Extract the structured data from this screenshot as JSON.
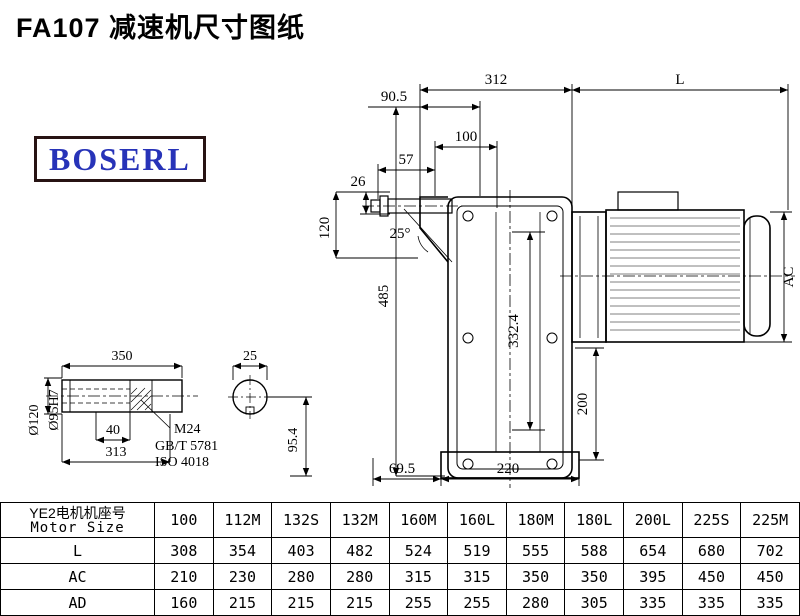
{
  "page": {
    "title": "FA107 减速机尺寸图纸",
    "logo_text": "BOSERL"
  },
  "dims": {
    "d312": "312",
    "dL": "L",
    "d90_5": "90.5",
    "d100": "100",
    "d57": "57",
    "d26": "26",
    "d120": "120",
    "angle25": "25°",
    "d485": "485",
    "dAC": "AC",
    "d332_4": "332.4",
    "d200": "200",
    "d69_5": "69.5",
    "d220": "220"
  },
  "shaft": {
    "d350": "350",
    "d25": "25",
    "dia120": "Ø120",
    "dia95": "Ø95H7",
    "d40": "40",
    "d313": "313",
    "thread": "M24",
    "gb": "GB/T 5781",
    "iso": "ISO 4018",
    "d95_4": "95.4"
  },
  "table": {
    "header": {
      "line1": "YE2电机机座号",
      "line2": "Motor Size"
    },
    "columns": [
      "100",
      "112M",
      "132S",
      "132M",
      "160M",
      "160L",
      "180M",
      "180L",
      "200L",
      "225S",
      "225M"
    ],
    "rows": [
      {
        "label": "L",
        "values": [
          "308",
          "354",
          "403",
          "482",
          "524",
          "519",
          "555",
          "588",
          "654",
          "680",
          "702"
        ]
      },
      {
        "label": "AC",
        "values": [
          "210",
          "230",
          "280",
          "280",
          "315",
          "315",
          "350",
          "350",
          "395",
          "450",
          "450"
        ]
      },
      {
        "label": "AD",
        "values": [
          "160",
          "215",
          "215",
          "215",
          "255",
          "255",
          "280",
          "305",
          "335",
          "335",
          "335"
        ]
      }
    ]
  }
}
